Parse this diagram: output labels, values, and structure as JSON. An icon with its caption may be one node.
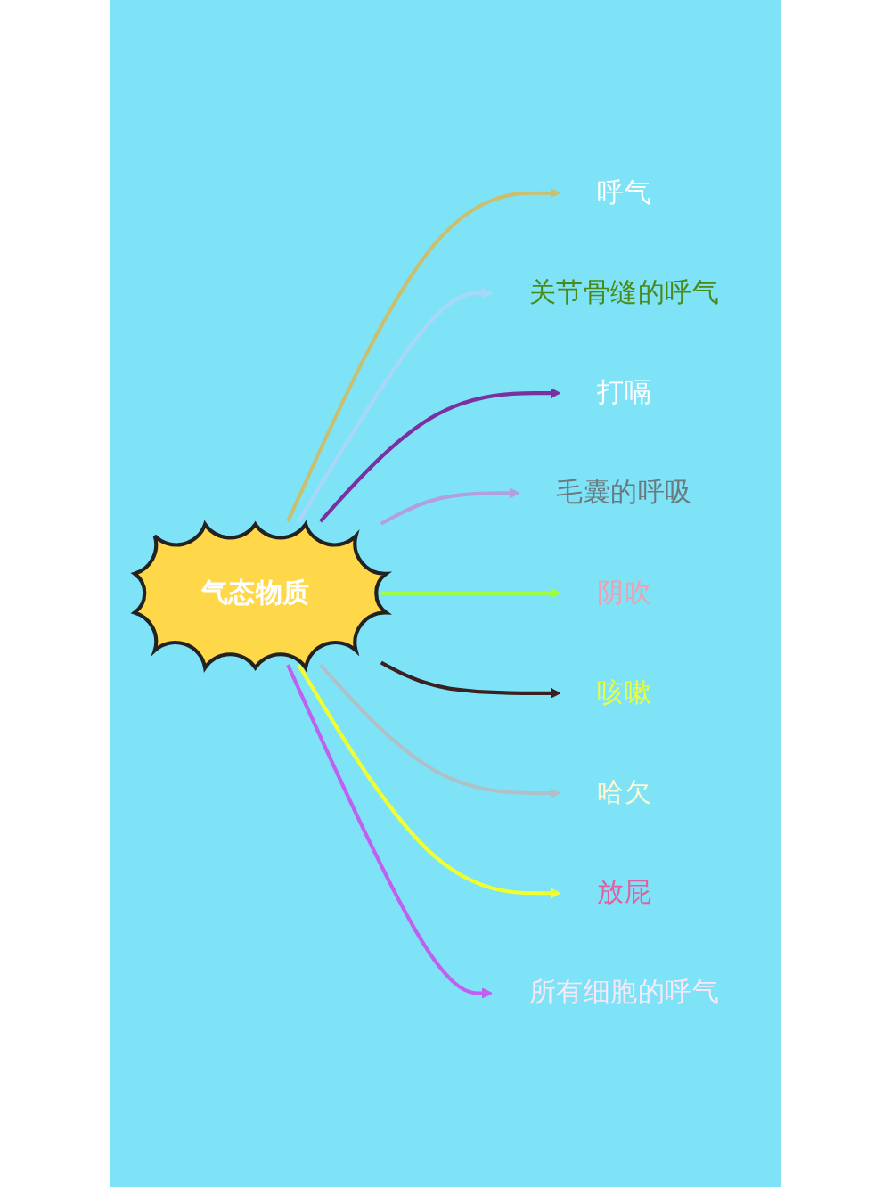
{
  "diagram": {
    "nodes": [
      {
        "text": [
          "气态物质"
        ]
      },
      {
        "text": [
          "呼气"
        ]
      },
      {
        "text": [
          "关节骨缝的呼气"
        ]
      },
      {
        "text": [
          "打嗝"
        ]
      },
      {
        "text": [
          "毛囊的呼吸"
        ]
      },
      {
        "text": [
          "阴吹"
        ]
      },
      {
        "text": [
          "咳嗽"
        ]
      },
      {
        "text": [
          "哈欠"
        ]
      },
      {
        "text": [
          "放屁"
        ]
      },
      {
        "text": [
          "所有细胞的呼气"
        ]
      }
    ],
    "edges": [
      {
        "from": 0,
        "to": 1,
        "arrow": "to",
        "color": "#c8c070"
      },
      {
        "from": 0,
        "to": 2,
        "arrow": "to",
        "color": "#a8d8f8"
      },
      {
        "from": 0,
        "to": 3,
        "arrow": "to",
        "color": "#7a30a0"
      },
      {
        "from": 0,
        "to": 4,
        "arrow": "to",
        "color": "#b0a0e0"
      },
      {
        "from": 0,
        "to": 5,
        "arrow": "to",
        "color": "#a0ff30"
      },
      {
        "from": 0,
        "to": 6,
        "arrow": "to",
        "color": "#3a2020"
      },
      {
        "from": 0,
        "to": 7,
        "arrow": "to",
        "color": "#b0c0c8"
      },
      {
        "from": 0,
        "to": 8,
        "arrow": "to",
        "color": "#f0ff30"
      },
      {
        "from": 0,
        "to": 9,
        "arrow": "to",
        "color": "#c060f0"
      }
    ]
  }
}
